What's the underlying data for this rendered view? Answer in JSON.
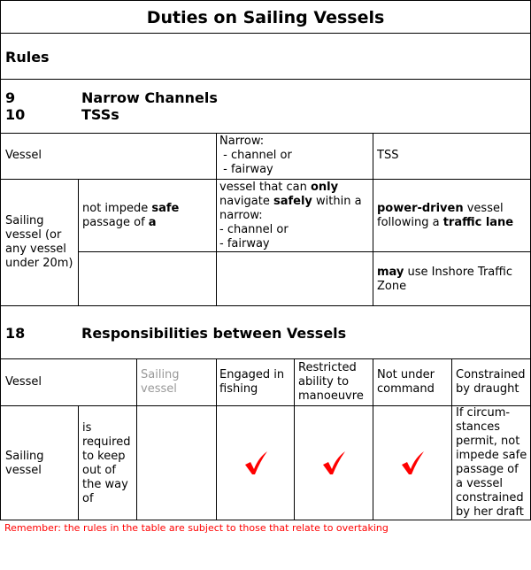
{
  "title": "Duties on Sailing Vessels",
  "rules_heading": "Rules",
  "rules_group_1": [
    {
      "num": "9",
      "name": "Narrow Channels"
    },
    {
      "num": "10",
      "name": "TSSs"
    }
  ],
  "table1": {
    "header": {
      "vessel": "Vessel",
      "narrow_lines": [
        "Narrow:",
        " - channel or",
        " - fairway"
      ],
      "tss": "TSS"
    },
    "row_label_lines": [
      "Sailing",
      "vessel (or",
      "any vessel",
      "under 20m)"
    ],
    "duty": {
      "line1_prefix": "not impede ",
      "line1_bold": "safe",
      "line2_prefix": "passage of ",
      "line2_bold": "a"
    },
    "narrow_cell": {
      "l1_prefix": "vessel that can ",
      "l1_bold": "only",
      "l2_prefix": "navigate ",
      "l2_bold": "safely",
      "l2_suffix": " within a",
      "l3": "narrow:",
      "l4": "- channel or",
      "l5": "- fairway"
    },
    "tss_cell": {
      "l1_bold": "power-driven",
      "l1_suffix": " vessel",
      "l2_prefix": "following a ",
      "l2_bold": "traffic lane"
    },
    "tss_row2": {
      "bold": "may",
      "suffix": " use Inshore Traffic",
      "l2": "Zone"
    }
  },
  "rules_group_2": {
    "num": "18",
    "name": "Responsibilities between Vessels"
  },
  "table2": {
    "header": {
      "vessel": "Vessel",
      "sailing_lines": [
        "Sailing",
        "vessel"
      ],
      "fishing_lines": [
        "Engaged in",
        "fishing"
      ],
      "ram_lines": [
        "Restricted",
        "ability to",
        "manoeuvre"
      ],
      "nuc_lines": [
        "Not under",
        "command"
      ],
      "cbd_lines": [
        "Constrained",
        "by draught"
      ]
    },
    "row_label_lines": [
      "Sailing",
      "vessel"
    ],
    "duty_lines": [
      "is",
      "required",
      "to keep",
      "out of",
      "the way",
      "of"
    ],
    "checks": [
      "checkmark",
      "checkmark",
      "checkmark"
    ],
    "check_color": "#ff0000",
    "cbd_text_lines": [
      "If circum-",
      "stances",
      "permit, not",
      "impede safe",
      "passage of",
      "a vessel",
      "constrained",
      "by her draft"
    ]
  },
  "note": "Remember:  the rules in the table are subject to those that relate to overtaking",
  "colors": {
    "note": "#ff0000",
    "muted": "#999999",
    "border": "#000000"
  }
}
